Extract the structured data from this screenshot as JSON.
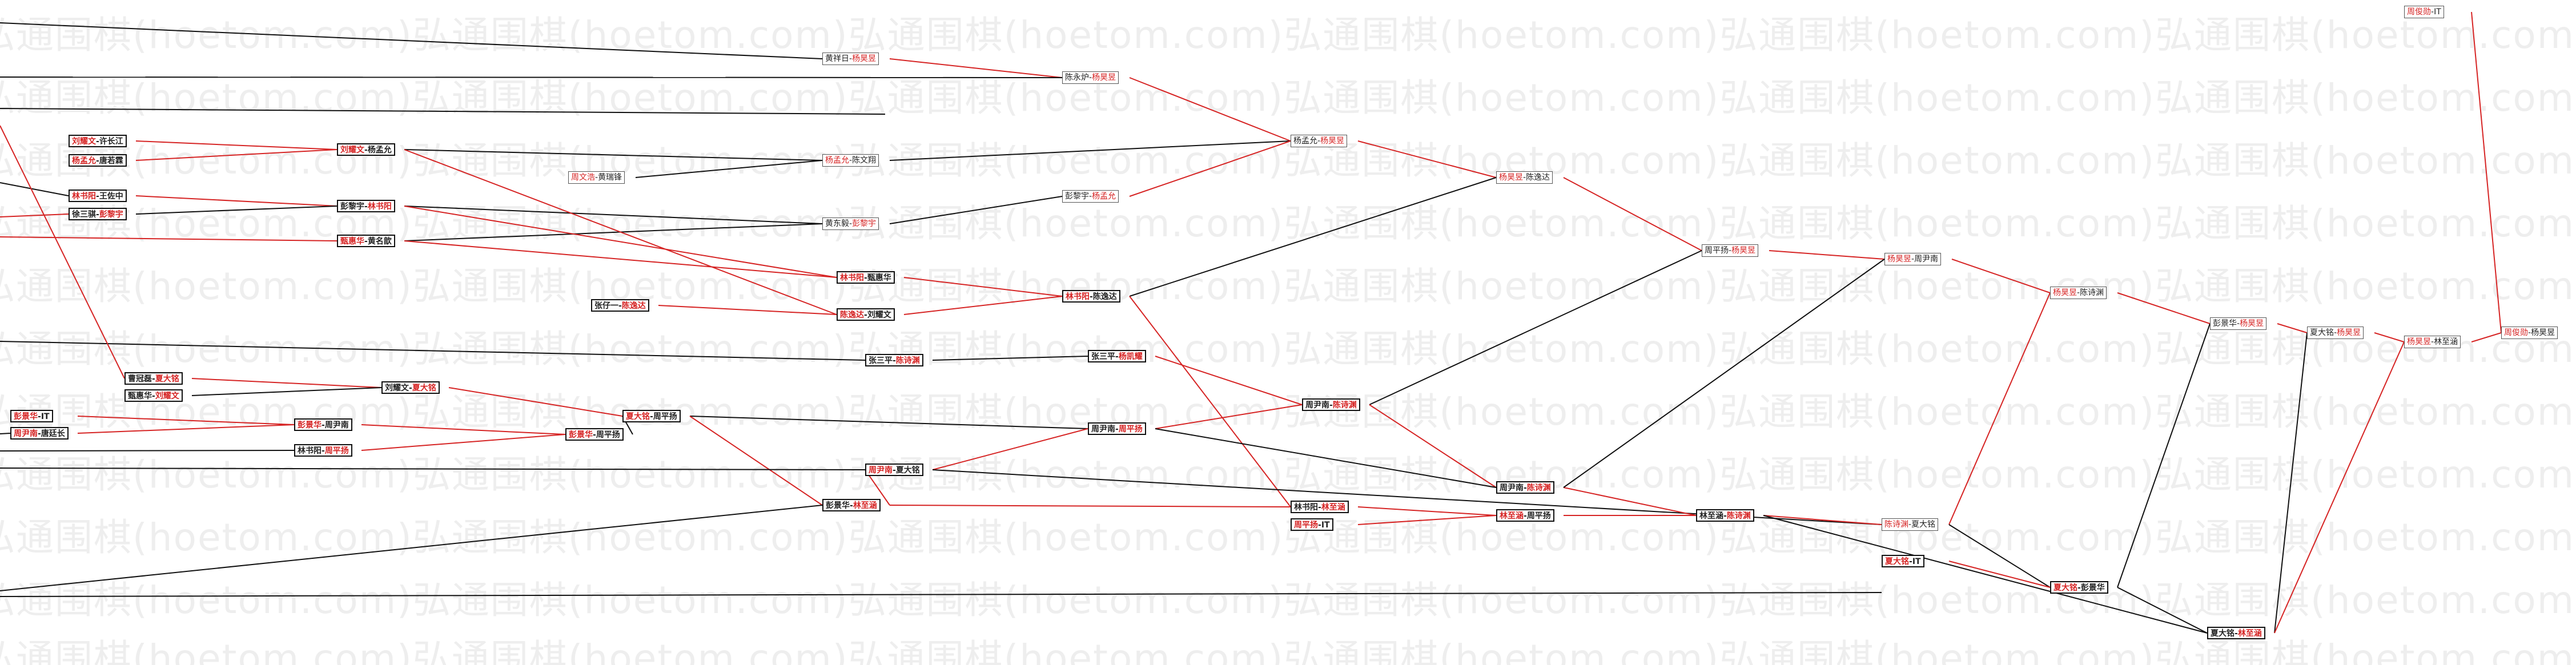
{
  "watermark": "弘通围棋(hoetom.com)",
  "colors": {
    "winner_path": "#d62424",
    "loser_path": "#111111",
    "box_border": "#222222",
    "watermark": "#eeeeee"
  },
  "nodes": [
    {
      "id": "n01",
      "a": "周俊勋",
      "b": "-",
      "c": "IT",
      "ar": true,
      "br": false,
      "bold": false
    },
    {
      "id": "n02",
      "a": "黄祥日",
      "b": "-",
      "c": "杨昊昱",
      "ar": false,
      "br": true,
      "bold": false
    },
    {
      "id": "n03",
      "a": "陈永炉",
      "b": "-",
      "c": "杨昊昱",
      "ar": false,
      "br": true,
      "bold": false
    },
    {
      "id": "n04",
      "a": "刘耀文",
      "b": "-",
      "c": "许长江",
      "ar": true,
      "br": false,
      "bold": true
    },
    {
      "id": "n05",
      "a": "杨孟允",
      "b": "-",
      "c": "唐若霖",
      "ar": true,
      "br": false,
      "bold": true
    },
    {
      "id": "n06",
      "a": "刘耀文",
      "b": "-",
      "c": "杨孟允",
      "ar": true,
      "br": false,
      "bold": true
    },
    {
      "id": "n07",
      "a": "杨孟允",
      "b": "-",
      "c": "陈文翔",
      "ar": true,
      "br": false,
      "bold": false
    },
    {
      "id": "n08",
      "a": "杨孟允",
      "b": "-",
      "c": "杨昊昱",
      "ar": false,
      "br": true,
      "bold": false
    },
    {
      "id": "n09",
      "a": "周文浩",
      "b": "-",
      "c": "黄瑞锋",
      "ar": true,
      "br": false,
      "bold": false
    },
    {
      "id": "n10",
      "a": "杨昊昱",
      "b": "-",
      "c": "陈逸达",
      "ar": true,
      "br": false,
      "bold": false
    },
    {
      "id": "n11",
      "a": "林书阳",
      "b": "-",
      "c": "王佐中",
      "ar": true,
      "br": false,
      "bold": true
    },
    {
      "id": "n12",
      "a": "徐三骐",
      "b": "-",
      "c": "彭黎宇",
      "ar": false,
      "br": true,
      "bold": true
    },
    {
      "id": "n13",
      "a": "彭黎宇",
      "b": "-",
      "c": "林书阳",
      "ar": false,
      "br": true,
      "bold": true
    },
    {
      "id": "n14",
      "a": "黄东毅",
      "b": "-",
      "c": "彭黎宇",
      "ar": false,
      "br": true,
      "bold": false
    },
    {
      "id": "n15",
      "a": "彭黎宇",
      "b": "-",
      "c": "杨孟允",
      "ar": false,
      "br": true,
      "bold": false
    },
    {
      "id": "n16",
      "a": "甄惠华",
      "b": "-",
      "c": "黄名歆",
      "ar": true,
      "br": false,
      "bold": true
    },
    {
      "id": "n17",
      "a": "周平扬",
      "b": "-",
      "c": "杨昊昱",
      "ar": false,
      "br": true,
      "bold": false
    },
    {
      "id": "n18",
      "a": "杨昊昱",
      "b": "-",
      "c": "周尹南",
      "ar": true,
      "br": false,
      "bold": false
    },
    {
      "id": "n19",
      "a": "林书阳",
      "b": "-",
      "c": "甄惠华",
      "ar": true,
      "br": false,
      "bold": true
    },
    {
      "id": "n20",
      "a": "林书阳",
      "b": "-",
      "c": "陈逸达",
      "ar": true,
      "br": false,
      "bold": true
    },
    {
      "id": "n21",
      "a": "张仔一",
      "b": "-",
      "c": "陈逸达",
      "ar": false,
      "br": true,
      "bold": true
    },
    {
      "id": "n22",
      "a": "陈逸达",
      "b": "-",
      "c": "刘耀文",
      "ar": true,
      "br": false,
      "bold": true
    },
    {
      "id": "n23",
      "a": "杨昊昱",
      "b": "-",
      "c": "陈诗渊",
      "ar": true,
      "br": false,
      "bold": false
    },
    {
      "id": "n24",
      "a": "彭景华",
      "b": "-",
      "c": "杨昊昱",
      "ar": false,
      "br": true,
      "bold": false
    },
    {
      "id": "n25",
      "a": "夏大铭",
      "b": "-",
      "c": "杨昊昱",
      "ar": false,
      "br": true,
      "bold": false
    },
    {
      "id": "n26",
      "a": "杨昊昱",
      "b": "-",
      "c": "林至涵",
      "ar": true,
      "br": false,
      "bold": false
    },
    {
      "id": "n27",
      "a": "周俊勋",
      "b": "-",
      "c": "杨昊昱",
      "ar": true,
      "br": false,
      "bold": false
    },
    {
      "id": "n28",
      "a": "张三平",
      "b": "-",
      "c": "陈诗渊",
      "ar": false,
      "br": true,
      "bold": true
    },
    {
      "id": "n29",
      "a": "张三平",
      "b": "-",
      "c": "杨凯耀",
      "ar": false,
      "br": true,
      "bold": true
    },
    {
      "id": "n30",
      "a": "曹冠磊",
      "b": "-",
      "c": "夏大铭",
      "ar": false,
      "br": true,
      "bold": true
    },
    {
      "id": "n31",
      "a": "甄惠华",
      "b": "-",
      "c": "刘耀文",
      "ar": false,
      "br": true,
      "bold": true
    },
    {
      "id": "n32",
      "a": "刘耀文",
      "b": "-",
      "c": "夏大铭",
      "ar": false,
      "br": true,
      "bold": true
    },
    {
      "id": "n33",
      "a": "周尹南",
      "b": "-",
      "c": "陈诗渊",
      "ar": false,
      "br": true,
      "bold": true
    },
    {
      "id": "n34",
      "a": "彭景华",
      "b": "-",
      "c": "IT",
      "ar": true,
      "br": false,
      "bold": true
    },
    {
      "id": "n35",
      "a": "周尹南",
      "b": "-",
      "c": "唐廷长",
      "ar": true,
      "br": false,
      "bold": true
    },
    {
      "id": "n36",
      "a": "彭景华",
      "b": "-",
      "c": "周尹南",
      "ar": true,
      "br": false,
      "bold": true
    },
    {
      "id": "n37",
      "a": "林书阳",
      "b": "-",
      "c": "周平扬",
      "ar": false,
      "br": true,
      "bold": true
    },
    {
      "id": "n38",
      "a": "彭景华",
      "b": "-",
      "c": "周平扬",
      "ar": true,
      "br": false,
      "bold": true
    },
    {
      "id": "n39",
      "a": "夏大铭",
      "b": "-",
      "c": "周平扬",
      "ar": true,
      "br": false,
      "bold": true
    },
    {
      "id": "n40",
      "a": "周尹南",
      "b": "-",
      "c": "周平扬",
      "ar": false,
      "br": true,
      "bold": true
    },
    {
      "id": "n41",
      "a": "周尹南",
      "b": "-",
      "c": "夏大铭",
      "ar": true,
      "br": false,
      "bold": true
    },
    {
      "id": "n42",
      "a": "周尹南",
      "b": "-",
      "c": "陈诗渊",
      "ar": false,
      "br": true,
      "bold": true
    },
    {
      "id": "n43",
      "a": "彭景华",
      "b": "-",
      "c": "林至涵",
      "ar": false,
      "br": true,
      "bold": true
    },
    {
      "id": "n44",
      "a": "林书阳",
      "b": "-",
      "c": "林至涵",
      "ar": false,
      "br": true,
      "bold": true
    },
    {
      "id": "n45",
      "a": "周平扬",
      "b": "-",
      "c": "IT",
      "ar": true,
      "br": false,
      "bold": true
    },
    {
      "id": "n46",
      "a": "林至涵",
      "b": "-",
      "c": "周平扬",
      "ar": true,
      "br": false,
      "bold": true
    },
    {
      "id": "n47",
      "a": "林至涵",
      "b": "-",
      "c": "陈诗渊",
      "ar": false,
      "br": true,
      "bold": true
    },
    {
      "id": "n48",
      "a": "陈诗渊",
      "b": "-",
      "c": "夏大铭",
      "ar": true,
      "br": false,
      "bold": false
    },
    {
      "id": "n49",
      "a": "夏大铭",
      "b": "-",
      "c": "IT",
      "ar": true,
      "br": false,
      "bold": true
    },
    {
      "id": "n50",
      "a": "夏大铭",
      "b": "-",
      "c": "彭景华",
      "ar": true,
      "br": false,
      "bold": true
    },
    {
      "id": "n51",
      "a": "夏大铭",
      "b": "-",
      "c": "林至涵",
      "ar": false,
      "br": true,
      "bold": true
    }
  ],
  "edges": [
    {
      "from": "n02",
      "to": "n03",
      "color": "red"
    },
    {
      "from": "n03",
      "to": "n08",
      "color": "red"
    },
    {
      "from": "n08",
      "to": "n10",
      "color": "red"
    },
    {
      "from": "n10",
      "to": "n17",
      "color": "red"
    },
    {
      "from": "n17",
      "to": "n18",
      "color": "red"
    },
    {
      "from": "n18",
      "to": "n23",
      "color": "red"
    },
    {
      "from": "n23",
      "to": "n24",
      "color": "red"
    },
    {
      "from": "n24",
      "to": "n25",
      "color": "red"
    },
    {
      "from": "n25",
      "to": "n26",
      "color": "red"
    },
    {
      "from": "n26",
      "to": "n27",
      "color": "red"
    },
    {
      "from": "n01",
      "to": "n27",
      "color": "red"
    },
    {
      "from": "n04",
      "to": "n06",
      "color": "red"
    },
    {
      "from": "n05",
      "to": "n06",
      "color": "red"
    },
    {
      "from": "n06",
      "to": "n07",
      "color": "black"
    },
    {
      "from": "n07",
      "to": "n08",
      "color": "black"
    },
    {
      "from": "n09",
      "to": "n07",
      "color": "black"
    },
    {
      "from": "n11",
      "to": "n13",
      "color": "red"
    },
    {
      "from": "n12",
      "to": "n13",
      "color": "black"
    },
    {
      "from": "n13",
      "to": "n14",
      "color": "black"
    },
    {
      "from": "n14",
      "to": "n15",
      "color": "black"
    },
    {
      "from": "n15",
      "to": "n08",
      "color": "red"
    },
    {
      "from": "n16",
      "to": "n14",
      "color": "black"
    },
    {
      "from": "n13",
      "to": "n19",
      "color": "red"
    },
    {
      "from": "n16",
      "to": "n19",
      "color": "red"
    },
    {
      "from": "n19",
      "to": "n20",
      "color": "red"
    },
    {
      "from": "n06",
      "to": "n22",
      "color": "red"
    },
    {
      "from": "n21",
      "to": "n22",
      "color": "red"
    },
    {
      "from": "n22",
      "to": "n20",
      "color": "red"
    },
    {
      "from": "n20",
      "to": "n10",
      "color": "black"
    },
    {
      "from": "n20",
      "to": "n44",
      "color": "red"
    },
    {
      "from": "n28",
      "to": "n29",
      "color": "black"
    },
    {
      "from": "n30",
      "to": "n32",
      "color": "red"
    },
    {
      "from": "n31",
      "to": "n32",
      "color": "black"
    },
    {
      "from": "n32",
      "to": "n39",
      "color": "red"
    },
    {
      "from": "n34",
      "to": "n36",
      "color": "red"
    },
    {
      "from": "n35",
      "to": "n36",
      "color": "red"
    },
    {
      "from": "n36",
      "to": "n38",
      "color": "red"
    },
    {
      "from": "n37",
      "to": "n38",
      "color": "red"
    },
    {
      "from": "n38",
      "to": "n39",
      "color": "black"
    },
    {
      "from": "n39",
      "to": "n40",
      "color": "black"
    },
    {
      "from": "n39",
      "to": "n43",
      "color": "red"
    },
    {
      "from": "n40",
      "to": "n33",
      "color": "red"
    },
    {
      "from": "n41",
      "to": "n40",
      "color": "red"
    },
    {
      "from": "n41",
      "to": "n48",
      "color": "black"
    },
    {
      "from": "n43",
      "to": "n44",
      "color": "red"
    },
    {
      "from": "n43",
      "to": "n41",
      "color": "red"
    },
    {
      "from": "n29",
      "to": "n33",
      "color": "red"
    },
    {
      "from": "n33",
      "to": "n17",
      "color": "black"
    },
    {
      "from": "n33",
      "to": "n42",
      "color": "red"
    },
    {
      "from": "n40",
      "to": "n42",
      "color": "black"
    },
    {
      "from": "n42",
      "to": "n47",
      "color": "red"
    },
    {
      "from": "n45",
      "to": "n46",
      "color": "red"
    },
    {
      "from": "n44",
      "to": "n46",
      "color": "red"
    },
    {
      "from": "n46",
      "to": "n47",
      "color": "red"
    },
    {
      "from": "n47",
      "to": "n48",
      "color": "red"
    },
    {
      "from": "n42",
      "to": "n18",
      "color": "black"
    },
    {
      "from": "n48",
      "to": "n23",
      "color": "red"
    },
    {
      "from": "n48",
      "to": "n50",
      "color": "black"
    },
    {
      "from": "n49",
      "to": "n50",
      "color": "red"
    },
    {
      "from": "n47",
      "to": "n51",
      "color": "black"
    },
    {
      "from": "n50",
      "to": "n51",
      "color": "black"
    },
    {
      "from": "n50",
      "to": "n24",
      "color": "black"
    },
    {
      "from": "n51",
      "to": "n25",
      "color": "black"
    },
    {
      "from": "n51",
      "to": "n26",
      "color": "red"
    }
  ]
}
